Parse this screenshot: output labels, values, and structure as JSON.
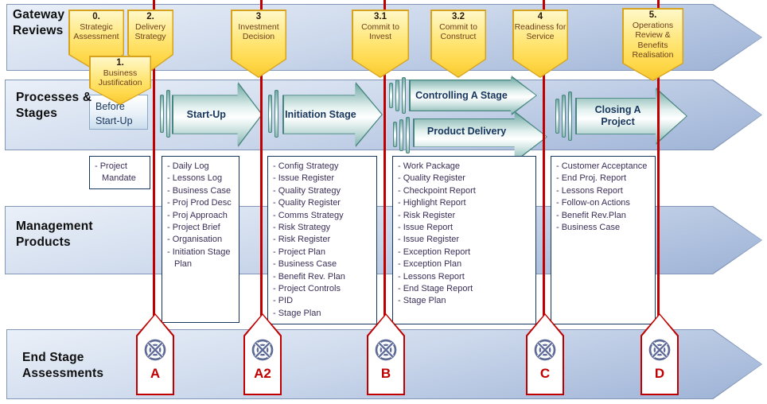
{
  "bands": {
    "gateway": "Gateway Reviews",
    "processes": "Processes & Stages",
    "management": "Management Products",
    "endstage": "End Stage Assessments"
  },
  "gateway_tags": [
    {
      "number": "0.",
      "label": "Strategic Assessment"
    },
    {
      "number": "2.",
      "label": "Delivery Strategy"
    },
    {
      "number": "1.",
      "label": "Business Justification"
    },
    {
      "number": "3",
      "label": "Investment Decision"
    },
    {
      "number": "3.1",
      "label": "Commit to Invest"
    },
    {
      "number": "3.2",
      "label": "Commit to Construct"
    },
    {
      "number": "4",
      "label": "Readiness for Service"
    },
    {
      "number": "5.",
      "label": "Operations Review & Benefits Realisation"
    }
  ],
  "stages": {
    "before_startup": "Before Start-Up",
    "startup": "Start-Up",
    "initiation": "Initiation Stage",
    "controlling": "Controlling A Stage",
    "product_delivery": "Product Delivery",
    "closing": "Closing A Project"
  },
  "product_boxes": [
    {
      "stage": "before-start-up",
      "items": [
        "- Project Mandate"
      ]
    },
    {
      "stage": "start-up",
      "items": [
        "- Daily Log",
        "- Lessons Log",
        "- Business Case",
        "- Proj Prod Desc",
        "- Proj Approach",
        "- Project Brief",
        "- Organisation",
        "- Initiation Stage Plan"
      ]
    },
    {
      "stage": "initiation-stage",
      "items": [
        "- Config Strategy",
        "- Issue Register",
        "- Quality Strategy",
        "- Quality Register",
        "- Comms Strategy",
        "- Risk Strategy",
        "- Risk Register",
        "- Project Plan",
        "- Business Case",
        "- Benefit Rev. Plan",
        "- Project Controls",
        "- PID",
        "- Stage Plan"
      ]
    },
    {
      "stage": "controlling-a-stage",
      "items": [
        "- Work Package",
        "- Quality Register",
        "- Checkpoint Report",
        "- Highlight Report",
        "- Risk Register",
        "- Issue Report",
        "- Issue Register",
        "- Exception Report",
        "- Exception Plan",
        "- Lessons Report",
        "- End Stage Report",
        "- Stage Plan"
      ]
    },
    {
      "stage": "closing-a-project",
      "items": [
        "- Customer Acceptance",
        "- End Proj. Report",
        "- Lessons Report",
        "- Follow-on    Actions",
        "- Benefit Rev.Plan",
        "- Business Case"
      ]
    }
  ],
  "assessments": [
    {
      "letter": "A"
    },
    {
      "letter": "A2"
    },
    {
      "letter": "B"
    },
    {
      "letter": "C"
    },
    {
      "letter": "D"
    }
  ],
  "icons": {
    "assessment_badge": "gateway-knot-icon"
  },
  "colors": {
    "line_red": "#c00000",
    "marker_letter_red": "#c00000",
    "tag_yellow": "#ffd84a",
    "band_blue": "#9db2d6",
    "teal": "#6fa8a4",
    "text_navy": "#17365d"
  }
}
